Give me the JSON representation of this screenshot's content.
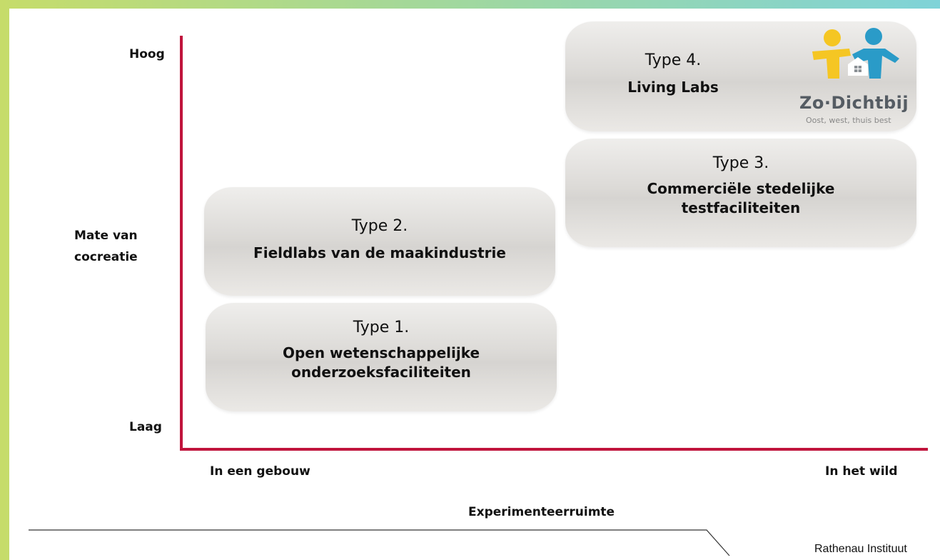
{
  "diagram": {
    "y_axis": {
      "title": "Mate van\ncocreatie",
      "high_label": "Hoog",
      "low_label": "Laag"
    },
    "x_axis": {
      "title": "Experimenteerruimte",
      "left_label": "In een gebouw",
      "right_label": "In het wild"
    },
    "boxes": [
      {
        "type_label": "Type 1.",
        "name": "Open wetenschappelijke\nonderzoeksfaciliteiten"
      },
      {
        "type_label": "Type 2.",
        "name": "Fieldlabs van de maakindustrie"
      },
      {
        "type_label": "Type 3.",
        "name": "Commerciële stedelijke\ntestfaciliteiten"
      },
      {
        "type_label": "Type 4.",
        "name": "Living Labs"
      }
    ],
    "axis_color": "#c0143c"
  },
  "logo": {
    "name": "Zo·Dichtbij",
    "tagline": "Oost, west, thuis best",
    "colors": [
      "#f5c623",
      "#2a9bc8",
      "#555c63"
    ]
  },
  "footer": {
    "organization": "Rathenau Instituut"
  }
}
